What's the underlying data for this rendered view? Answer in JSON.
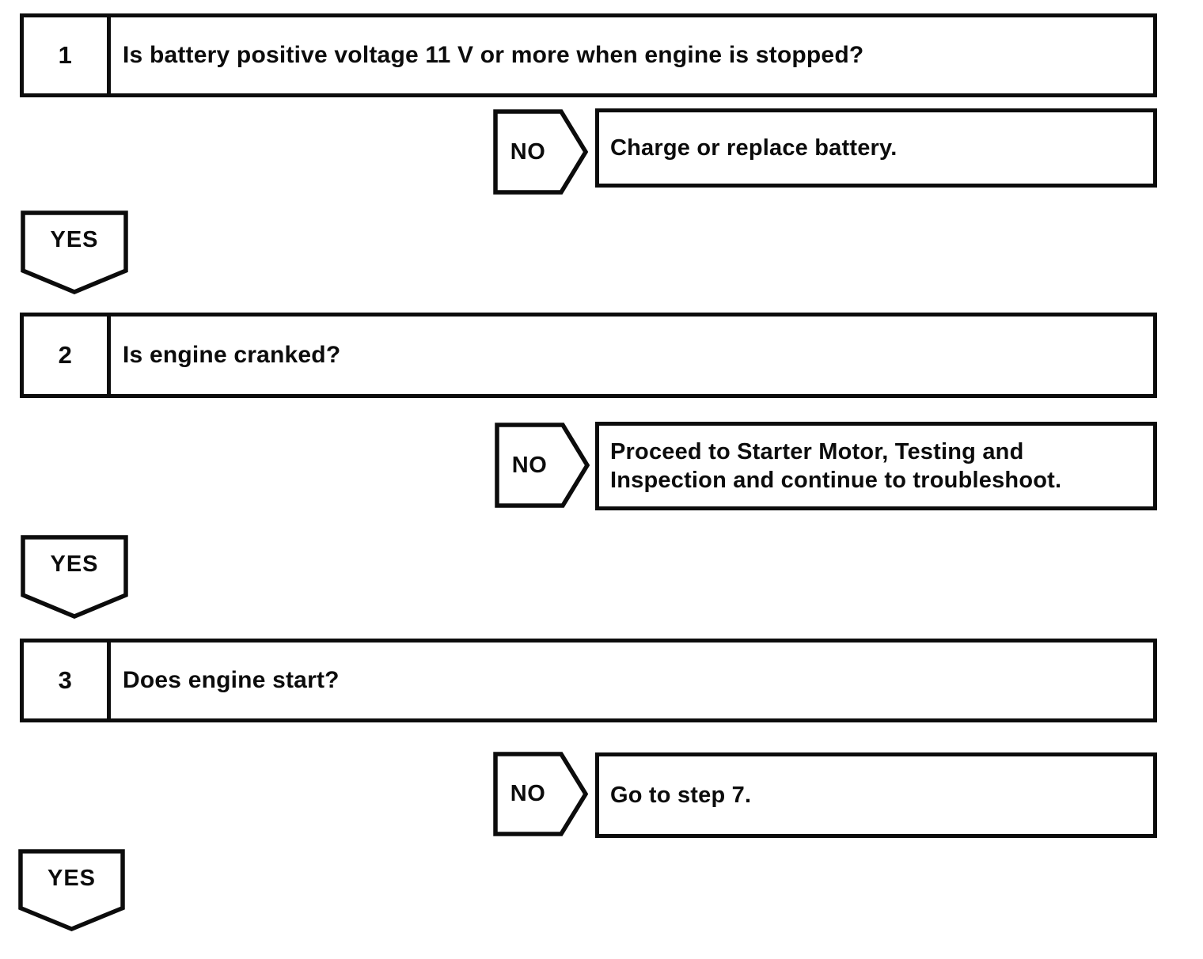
{
  "flowchart": {
    "labels": {
      "yes": "YES",
      "no": "NO"
    },
    "steps": [
      {
        "number": "1",
        "question": "Is battery positive voltage 11 V or more when engine is stopped?",
        "no_result": "Charge or replace battery."
      },
      {
        "number": "2",
        "question": "Is engine cranked?",
        "no_result": "Proceed to Starter Motor, Testing and Inspection and continue to troubleshoot."
      },
      {
        "number": "3",
        "question": "Does engine start?",
        "no_result": "Go to step 7."
      }
    ],
    "colors": {
      "ink": "#0c0c0c",
      "paper": "#ffffff"
    }
  }
}
